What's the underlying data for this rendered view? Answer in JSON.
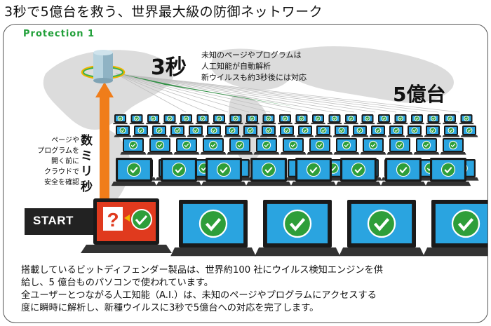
{
  "title": "3秒で5億台を救う、世界最大級の防御ネットワーク",
  "panel_label": "Protection 1",
  "seconds_label": "3秒",
  "description_lines": [
    "未知のページやプログラムは",
    "人工知能が自動解析",
    "新ウイルスも約3秒後には対応"
  ],
  "devices_label": "5億台",
  "side_note_lines": [
    "ページや",
    "プログラムを",
    "開く前に",
    "クラウドで",
    "安全を確認"
  ],
  "vertical_label": "数ミリ秒",
  "start_label": "START",
  "question_mark": "?",
  "body_lines": [
    "搭載しているビットディフェンダー製品は、世界約100 社にウイルス検知エンジンを供",
    "給し、5 億台ものパソコンで使われています。",
    "全ユーザーとつながる人工知能（A.I.）は、未知のページやプログラムにアクセスする",
    "度に瞬時に解析し、新種ウイルスに3秒で5億台への対応を完了します。"
  ],
  "colors": {
    "accent_green": "#22a03a",
    "check_green": "#2e9e3a",
    "screen_blue": "#2aa4e0",
    "arrow_orange": "#f07d1a",
    "alert_red": "#e03a1e",
    "map_gray": "#d4d4d4"
  },
  "icons": [
    "cloud-server-icon",
    "checkmark-icon",
    "question-icon",
    "laptop-icon"
  ]
}
